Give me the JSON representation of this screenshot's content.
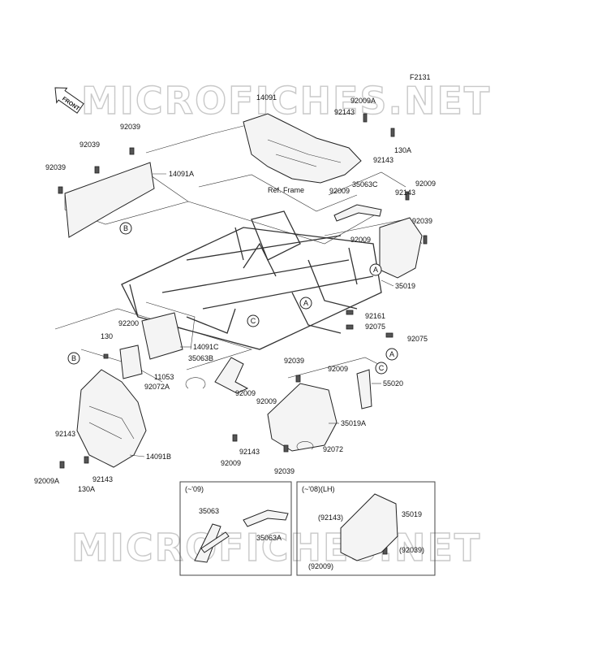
{
  "figure_code": "F2131",
  "watermark": "MICROFICHES.NET",
  "front_marker": "FRONT",
  "ref_frame": "Ref. Frame",
  "labels": [
    {
      "text": "14091"
    },
    {
      "text": "92009A"
    },
    {
      "text": "92143"
    },
    {
      "text": "92039"
    },
    {
      "text": "92039"
    },
    {
      "text": "14091A"
    },
    {
      "text": "92039"
    },
    {
      "text": "130A"
    },
    {
      "text": "92143"
    },
    {
      "text": "92009"
    },
    {
      "text": "92009"
    },
    {
      "text": "35063C"
    },
    {
      "text": "92143"
    },
    {
      "text": "92039"
    },
    {
      "text": "92009"
    },
    {
      "text": "35019"
    },
    {
      "text": "92161"
    },
    {
      "text": "92075"
    },
    {
      "text": "92075"
    },
    {
      "text": "92200"
    },
    {
      "text": "130"
    },
    {
      "text": "14091C"
    },
    {
      "text": "35063B"
    },
    {
      "text": "11053"
    },
    {
      "text": "92072A"
    },
    {
      "text": "92009"
    },
    {
      "text": "92009"
    },
    {
      "text": "92039"
    },
    {
      "text": "92009"
    },
    {
      "text": "55020"
    },
    {
      "text": "35019A"
    },
    {
      "text": "92143"
    },
    {
      "text": "92009"
    },
    {
      "text": "92072"
    },
    {
      "text": "92039"
    },
    {
      "text": "92143"
    },
    {
      "text": "92009A"
    },
    {
      "text": "130A"
    },
    {
      "text": "92143"
    },
    {
      "text": "14091B"
    }
  ],
  "callouts": [
    {
      "letter": "B"
    },
    {
      "letter": "A"
    },
    {
      "letter": "A"
    },
    {
      "letter": "C"
    },
    {
      "letter": "B"
    },
    {
      "letter": "C"
    },
    {
      "letter": "A"
    }
  ],
  "inset_left": {
    "title": "(~'09)",
    "labels": [
      {
        "text": "35063"
      },
      {
        "text": "35063A"
      }
    ]
  },
  "inset_right": {
    "title": "(~'08)(LH)",
    "labels": [
      {
        "text": "(92143)"
      },
      {
        "text": "35019"
      },
      {
        "text": "(92039)"
      },
      {
        "text": "(92009)"
      }
    ]
  }
}
